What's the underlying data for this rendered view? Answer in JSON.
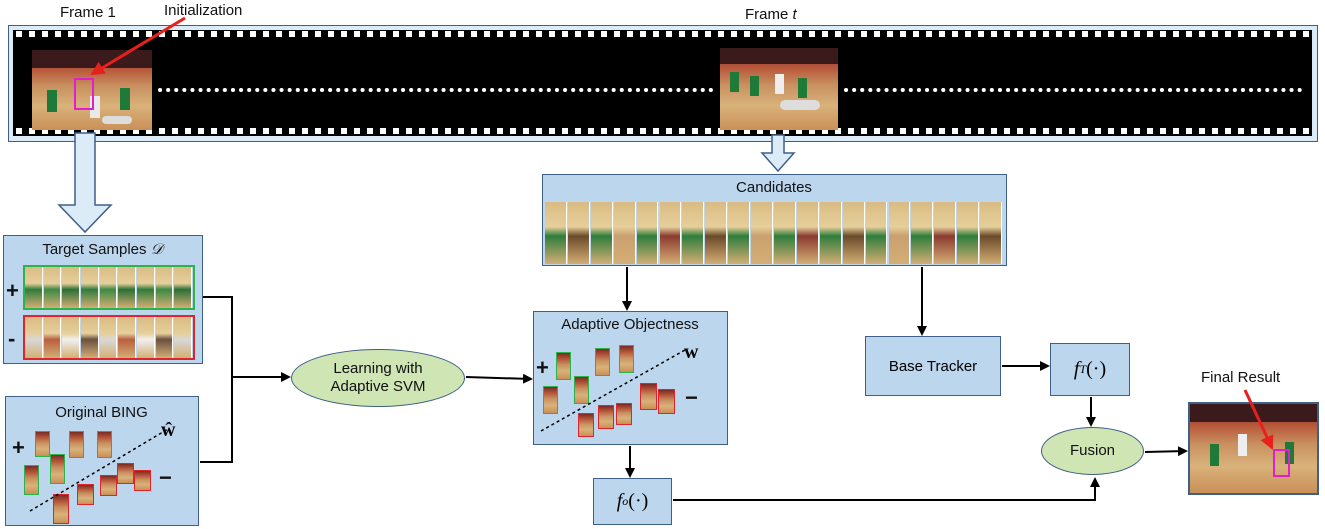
{
  "frame1": {
    "label": "Frame 1",
    "init_label": "Initialization"
  },
  "frame_t": {
    "label_prefix": "Frame ",
    "label_var": "t"
  },
  "candidates": {
    "title": "Candidates"
  },
  "target_samples": {
    "title": "Target Samples ",
    "symbol": "𝒟",
    "plus": "+",
    "minus": "-"
  },
  "original_bing": {
    "title": "Original BING",
    "w_hat": "ŵ",
    "plus": "+",
    "minus": "−"
  },
  "learning": {
    "line1": "Learning with",
    "line2": "Adaptive SVM"
  },
  "adaptive_objectness": {
    "title": "Adaptive Objectness",
    "w": "w",
    "plus": "+",
    "minus": "−"
  },
  "base_tracker": {
    "label": "Base Tracker"
  },
  "f_t": {
    "f": "f",
    "sub": "T",
    "args": "(·)"
  },
  "f_o": {
    "f": "f",
    "sub": "o",
    "args": "(·)"
  },
  "fusion": {
    "label": "Fusion"
  },
  "final_result": {
    "label": "Final Result"
  },
  "colors": {
    "box_fill": "#bcd6ee",
    "box_border": "#3e5f87",
    "ellipse_fill": "#cfe5b4",
    "positive": "#2db34a",
    "negative": "#e0242c",
    "arrow": "#000000",
    "highlight": "#e020d0",
    "pointer": "#e8201c"
  }
}
